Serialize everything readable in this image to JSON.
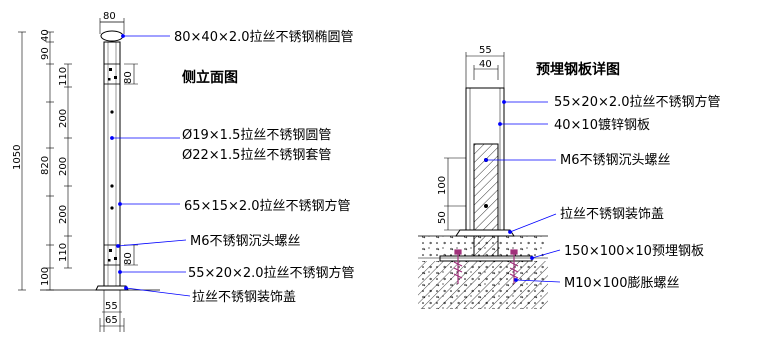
{
  "left_view": {
    "title": "侧立面图",
    "dims": {
      "top_width": "80",
      "d_90": "90",
      "d_40": "40",
      "d_110_top": "110",
      "d_200_a": "200",
      "d_200_b": "200",
      "d_200_c": "200",
      "d_110_bottom": "110",
      "d_820": "820",
      "d_1050": "1050",
      "d_100": "100",
      "d_80_top_bracket": "80",
      "d_80_bottom_bracket": "80",
      "d_55": "55",
      "d_65": "65"
    },
    "callouts": {
      "handrail": "80×40×2.0拉丝不锈钢椭圆管",
      "round_tube": "Ø19×1.5拉丝不锈钢圆管",
      "sleeve_tube": "Ø22×1.5拉丝不锈钢套管",
      "flat_tube": "65×15×2.0拉丝不锈钢方管",
      "screw": "M6不锈钢沉头螺丝",
      "square_tube": "55×20×2.0拉丝不锈钢方管",
      "cover": "拉丝不锈钢装饰盖"
    }
  },
  "right_view": {
    "title": "预埋钢板详图",
    "dims": {
      "d_55": "55",
      "d_40": "40",
      "d_100": "100",
      "d_50": "50"
    },
    "callouts": {
      "square_tube": "55×20×2.0拉丝不锈钢方管",
      "galv_plate": "40×10镀锌钢板",
      "screw": "M6不锈钢沉头螺丝",
      "cover": "拉丝不锈钢装饰盖",
      "embed_plate": "150×100×10预埋钢板",
      "expansion_bolt": "M10×100膨胀螺丝"
    }
  },
  "colors": {
    "line": "#000000",
    "leader": "#0000ff",
    "rebar": "#a0307a"
  }
}
